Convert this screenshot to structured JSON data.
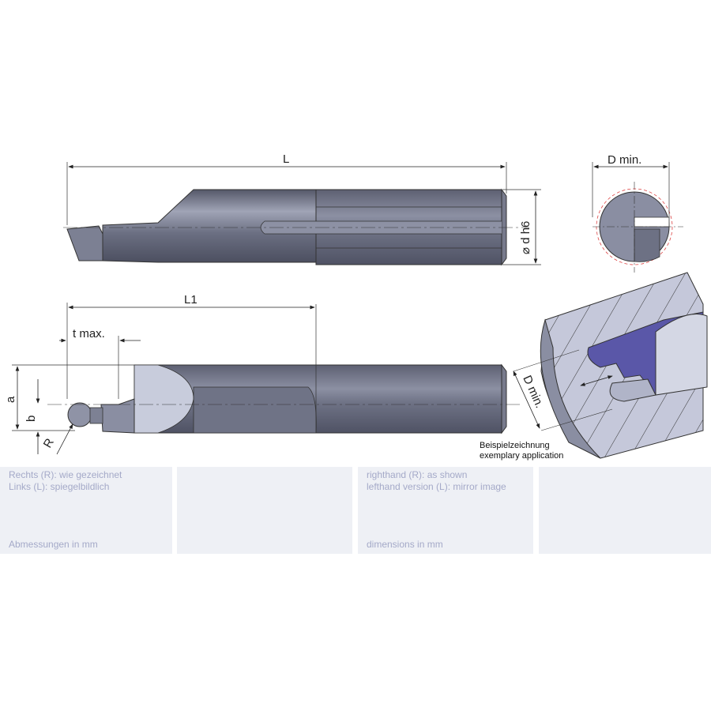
{
  "drawing": {
    "dim_L": "L",
    "dim_d": "⌀ d h6",
    "dim_D_min": "D min.",
    "dim_L1": "L1",
    "dim_t_max": "t max.",
    "dim_a": "a",
    "dim_b": "b",
    "dim_R": "R",
    "example_de": "Beispielzeichnung",
    "example_en": "exemplary application",
    "example_D_min": "D min."
  },
  "colors": {
    "tool": "#6a6e80",
    "tool_light": "#b9bdd0",
    "groove": "#5a57a8",
    "panel": "#eef0f5",
    "panel_text": "#a4a9c8"
  },
  "panels": [
    {
      "line1": "Rechts (R): wie gezeichnet",
      "line2": "Links (L): spiegelbildlich",
      "footer": "Abmessungen in mm"
    },
    {},
    {
      "line1": "righthand (R): as shown",
      "line2": "lefthand version (L): mirror image",
      "footer": "dimensions in mm"
    },
    {}
  ]
}
